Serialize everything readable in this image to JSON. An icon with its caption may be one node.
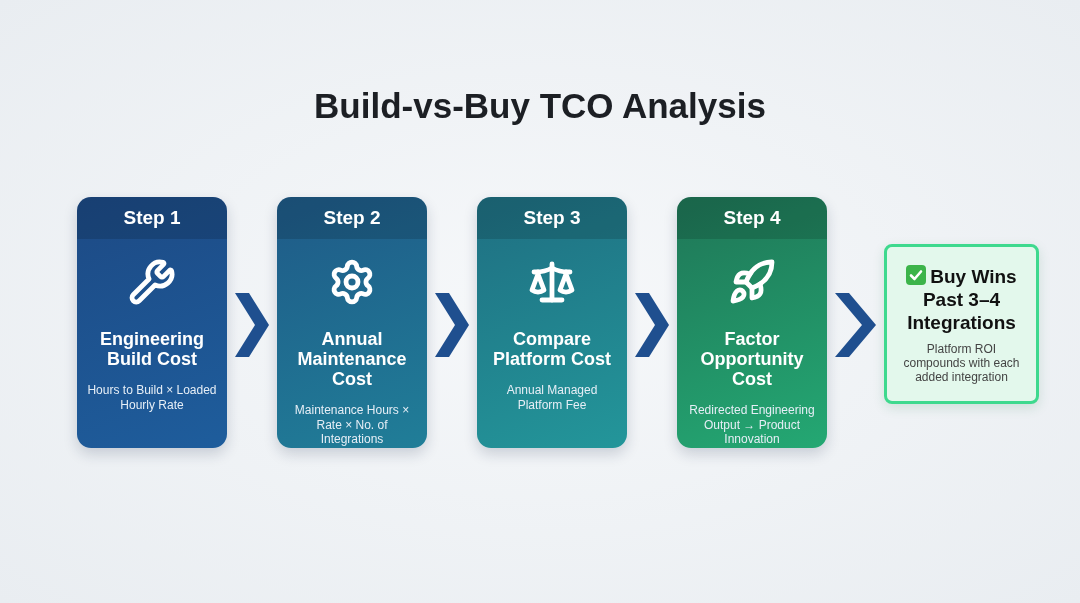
{
  "diagram": {
    "title": "Build-vs-Buy TCO Analysis",
    "nodes": [
      {
        "text": [
          "Step 1",
          "Engineering Build Cost",
          "Hours to Build × Loaded Hourly Rate"
        ]
      },
      {
        "text": [
          "Step 2",
          "Annual Maintenance Cost",
          "Maintenance Hours × Rate × No. of Integrations"
        ]
      },
      {
        "text": [
          "Step 3",
          "Compare Platform Cost",
          "Annual Managed Platform Fee"
        ]
      },
      {
        "text": [
          "Step 4",
          "Factor Opportunity Cost",
          "Redirected Engineering Output → Product Innovation"
        ]
      },
      {
        "text": [
          "Buy Wins Past 3–4 Integrations",
          "Platform ROI compounds with each added integration"
        ]
      }
    ],
    "edges": [
      {
        "from": 0,
        "to": 1,
        "arrow": "to"
      },
      {
        "from": 1,
        "to": 2,
        "arrow": "to"
      },
      {
        "from": 2,
        "to": 3,
        "arrow": "to"
      },
      {
        "from": 3,
        "to": 4,
        "arrow": "to"
      }
    ]
  }
}
